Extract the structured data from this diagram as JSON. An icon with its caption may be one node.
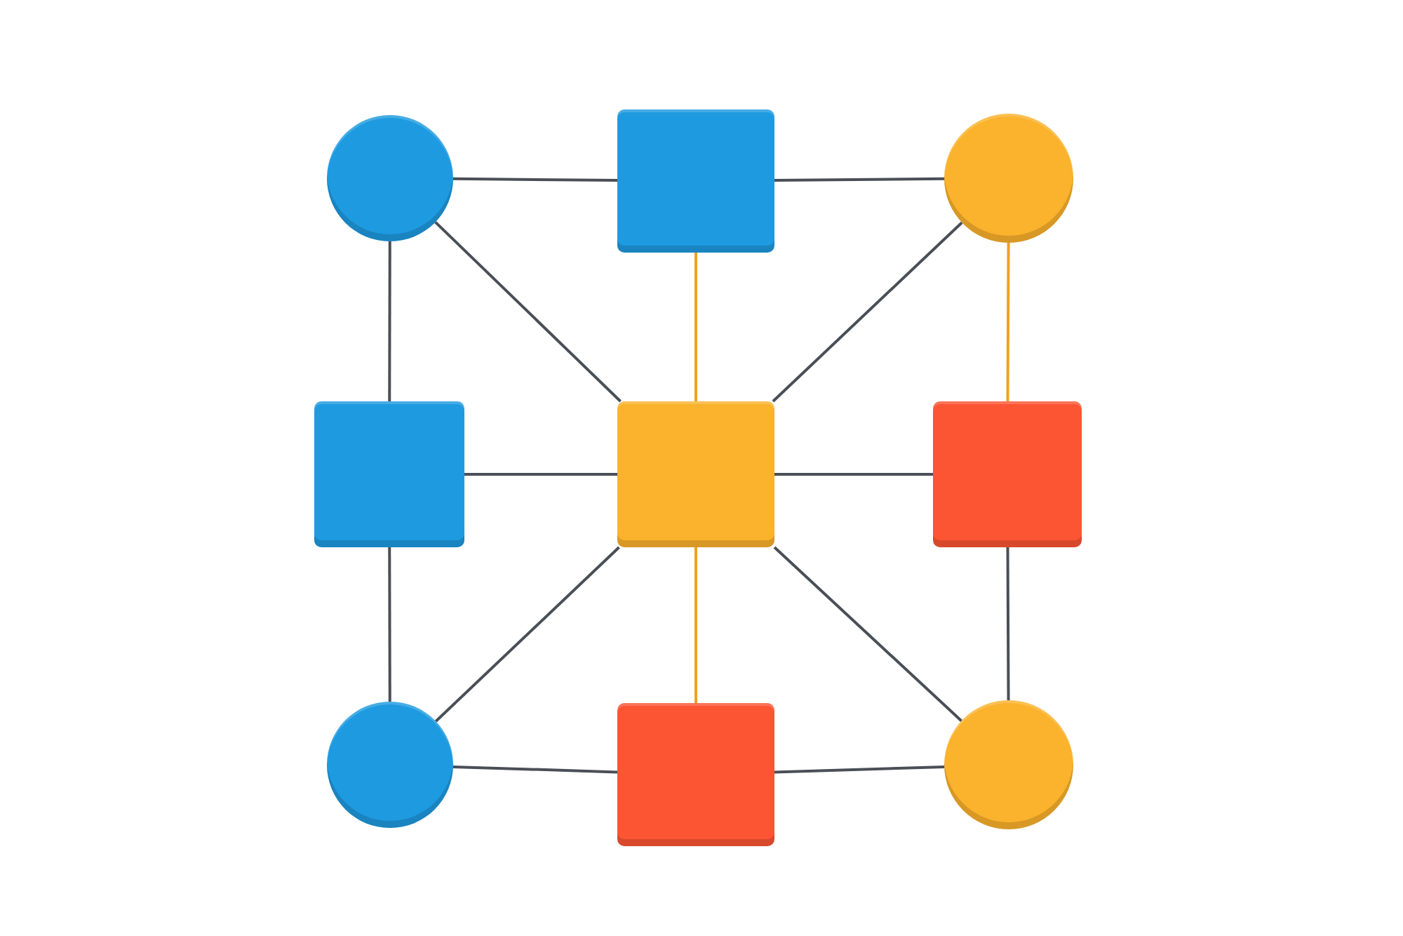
{
  "diagram": {
    "nodes": [
      {
        "text": [],
        "shape": "circle"
      },
      {
        "text": [],
        "shape": "box"
      },
      {
        "text": [],
        "shape": "circle"
      },
      {
        "text": [],
        "shape": "box"
      },
      {
        "text": [],
        "shape": "box"
      },
      {
        "text": [],
        "shape": "box"
      },
      {
        "text": [],
        "shape": "circle"
      },
      {
        "text": [],
        "shape": "box"
      },
      {
        "text": [],
        "shape": "circle"
      }
    ],
    "edges": [
      {
        "from": 0,
        "to": 1,
        "arrow": "none"
      },
      {
        "from": 1,
        "to": 2,
        "arrow": "none"
      },
      {
        "from": 0,
        "to": 3,
        "arrow": "none"
      },
      {
        "from": 0,
        "to": 4,
        "arrow": "none"
      },
      {
        "from": 1,
        "to": 4,
        "arrow": "none",
        "color": "#f0a21e"
      },
      {
        "from": 2,
        "to": 4,
        "arrow": "none"
      },
      {
        "from": 2,
        "to": 5,
        "arrow": "none",
        "color": "#f0a21e"
      },
      {
        "from": 3,
        "to": 4,
        "arrow": "none"
      },
      {
        "from": 4,
        "to": 5,
        "arrow": "none"
      },
      {
        "from": 3,
        "to": 6,
        "arrow": "none"
      },
      {
        "from": 4,
        "to": 6,
        "arrow": "none"
      },
      {
        "from": 4,
        "to": 7,
        "arrow": "none",
        "color": "#f0a21e"
      },
      {
        "from": 4,
        "to": 8,
        "arrow": "none"
      },
      {
        "from": 5,
        "to": 8,
        "arrow": "none"
      },
      {
        "from": 6,
        "to": 7,
        "arrow": "none"
      },
      {
        "from": 7,
        "to": 8,
        "arrow": "none"
      }
    ]
  }
}
